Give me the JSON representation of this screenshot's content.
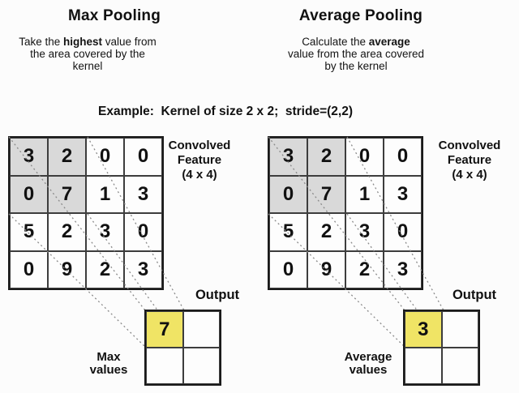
{
  "example_caption": "Example:  Kernel of size 2 x 2;  stride=(2,2)",
  "matrix": [
    [
      3,
      2,
      0,
      0
    ],
    [
      0,
      7,
      1,
      3
    ],
    [
      5,
      2,
      3,
      0
    ],
    [
      0,
      9,
      2,
      3
    ]
  ],
  "highlight_region": {
    "rows": 2,
    "cols": 2
  },
  "left_panel": {
    "title": "Max Pooling",
    "desc": {
      "pre": "Take the ",
      "bold": "highest",
      "post": " value from",
      "line2": "the area covered by the",
      "line3": "kernel"
    },
    "feature_label": [
      "Convolved",
      "Feature",
      "(4 x 4)"
    ],
    "output_label": "Output",
    "values_label": [
      "Max",
      "values"
    ],
    "output_value": "7"
  },
  "right_panel": {
    "title": "Average Pooling",
    "desc": {
      "pre": "Calculate the ",
      "bold": "average",
      "post": "",
      "line2": "value from the area covered",
      "line3": "by the kernel"
    },
    "feature_label": [
      "Convolved",
      "Feature",
      "(4 x 4)"
    ],
    "output_label": "Output",
    "values_label": [
      "Average",
      "values"
    ],
    "output_value": "3"
  },
  "colors": {
    "shaded_cell": "#d9d9d9",
    "highlight_cell": "#f0e465",
    "grid_border": "#1a1a1a",
    "dotted_line": "#8a8a8a",
    "background": "#fcfcfc"
  }
}
